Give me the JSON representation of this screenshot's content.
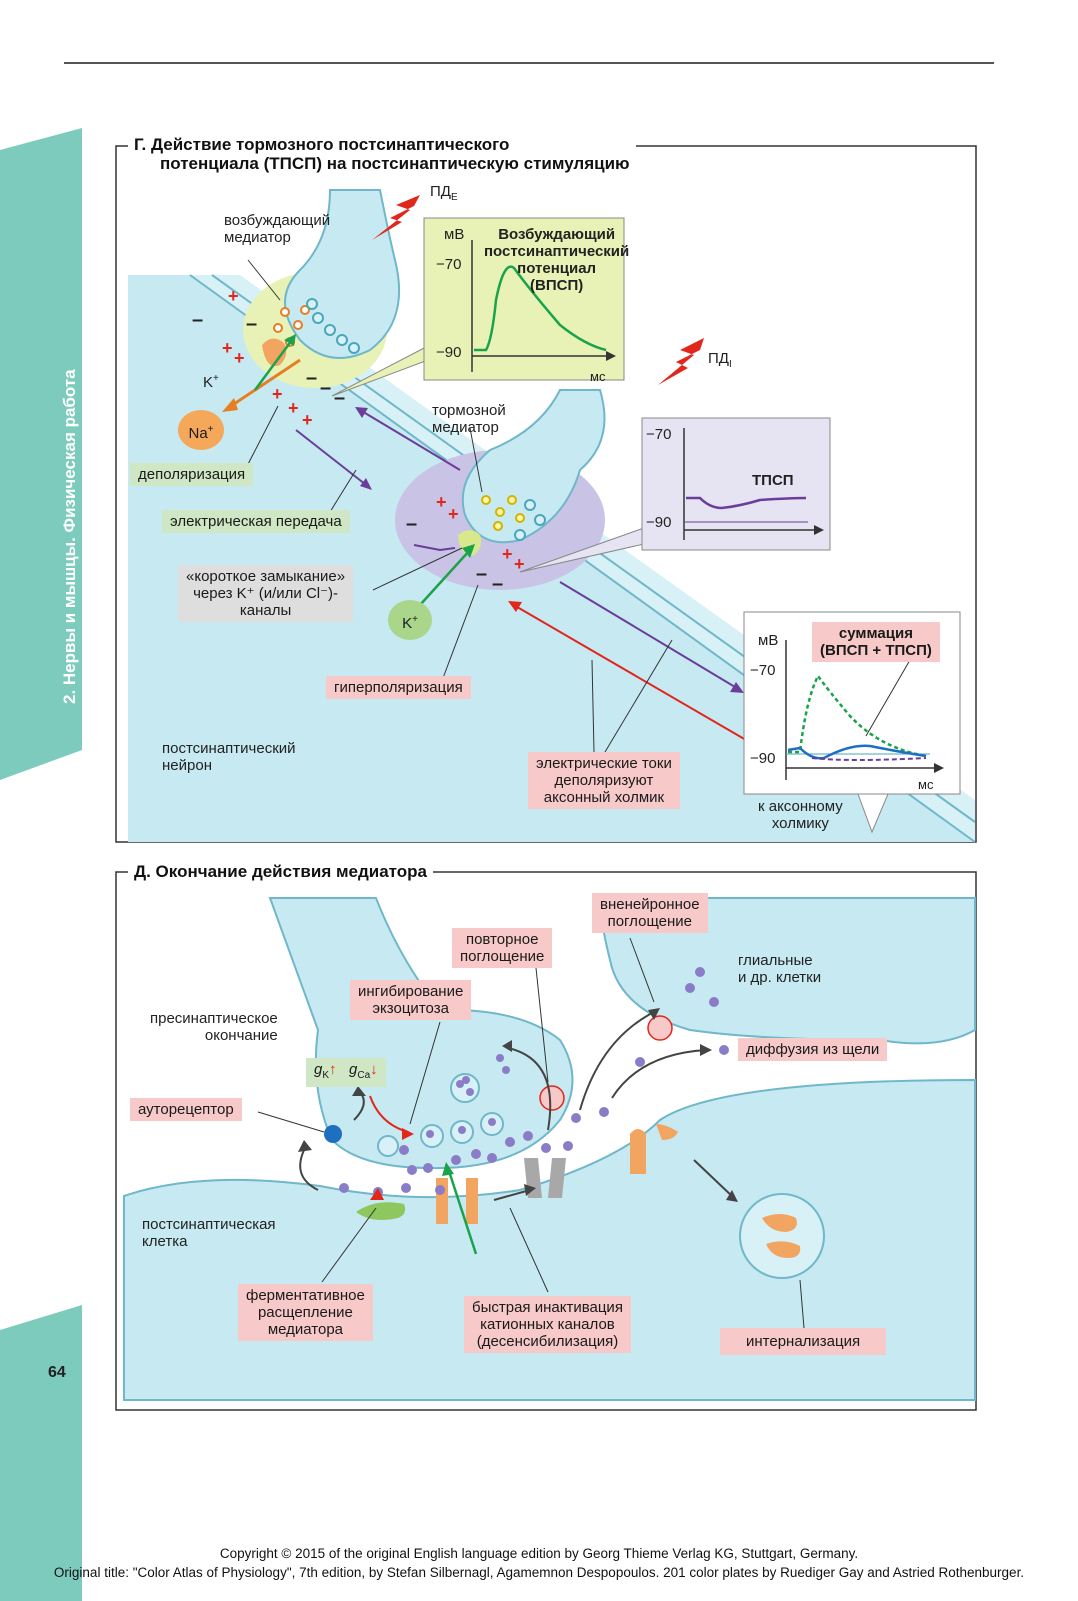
{
  "sidebar": {
    "chapter": "2. Нервы и мышцы. Физическая работа",
    "page_number": "64",
    "color": "#7dcbbd"
  },
  "section_g": {
    "title_line1": "Г. Действие тормозного постсинаптического",
    "title_line2": "потенциала (ТПСП) на постсинаптическую стимуляцию",
    "pd_e": "ПД",
    "pd_e_sub": "E",
    "pd_i": "ПД",
    "pd_i_sub": "I",
    "excit_mediator": [
      "возбуждающий",
      "медиатор"
    ],
    "inhib_mediator": [
      "тормозной",
      "медиатор"
    ],
    "k_plus": "K",
    "k_plus_sup": "+",
    "na_plus": "Na",
    "na_plus_sup": "+",
    "k_ion": "K",
    "k_ion_sup": "+",
    "depolarization": "деполяризация",
    "electric_transmission": "электрическая передача",
    "short_circuit": [
      "«короткое замыкание»",
      "через K⁺ (и/или Cl⁻)-",
      "каналы"
    ],
    "hyperpolarization": "гиперполяризация",
    "postsynaptic_neuron": [
      "постсинаптический",
      "нейрон"
    ],
    "currents": [
      "электрические токи",
      "деполяризуют",
      "аксонный холмик"
    ],
    "to_hillock": [
      "к аксонному",
      "холмику"
    ],
    "graph_epsp": {
      "unit": "мВ",
      "tick_top": "−70",
      "tick_bottom": "−90",
      "x_unit": "мс",
      "title": [
        "Возбуждающий",
        "постсинаптический",
        "потенциал",
        "(ВПСП)"
      ]
    },
    "graph_ipsp": {
      "tick_top": "−70",
      "tick_bottom": "−90",
      "title": "ТПСП"
    },
    "graph_sum": {
      "unit": "мВ",
      "tick_top": "−70",
      "tick_bottom": "−90",
      "x_unit": "мс",
      "title": [
        "суммация",
        "(ВПСП + ТПСП)"
      ]
    }
  },
  "section_d": {
    "title": "Д. Окончание действия медиатора",
    "extraneuronal": [
      "вненейронное",
      "поглощение"
    ],
    "reuptake": [
      "повторное",
      "поглощение"
    ],
    "glial": [
      "глиальные",
      "и др. клетки"
    ],
    "inhib_exocytosis": [
      "ингибирование",
      "экзоцитоза"
    ],
    "presynaptic": [
      "пресинаптическое",
      "окончание"
    ],
    "diffusion": "диффузия из щели",
    "gk": "g",
    "gk_sub": "K",
    "gca": "g",
    "gca_sub": "Ca",
    "autoreceptor": "ауторецептор",
    "postsynaptic_cell": [
      "постсинаптическая",
      "клетка"
    ],
    "enzymatic": [
      "ферментативное",
      "расщепление",
      "медиатора"
    ],
    "fast_inactivation": [
      "быстрая инактивация",
      "катионных каналов",
      "(десенсибилизация)"
    ],
    "internalization": "интернализация"
  },
  "copyright": {
    "line1": "Copyright © 2015 of the original English language edition by Georg Thieme Verlag KG, Stuttgart, Germany.",
    "line2": "Original title: \"Color Atlas of Physiology\", 7th edition, by Stefan Silbernagl, Agamemnon Despopoulos. 201 color plates by Ruediger Gay and Astried Rothenburger."
  },
  "colors": {
    "cell_blue": "#c7e9f1",
    "membrane": "#6fb7c9",
    "excit_zone": "#e8f2b6",
    "inhib_zone": "#c9c3e6",
    "red": "#e1261c",
    "purple": "#6a3d9a",
    "green_curve": "#1aa34a",
    "blue_curve": "#1f6fc0",
    "vesicle": "#8b7cc7",
    "receptor": "#f2a561"
  }
}
